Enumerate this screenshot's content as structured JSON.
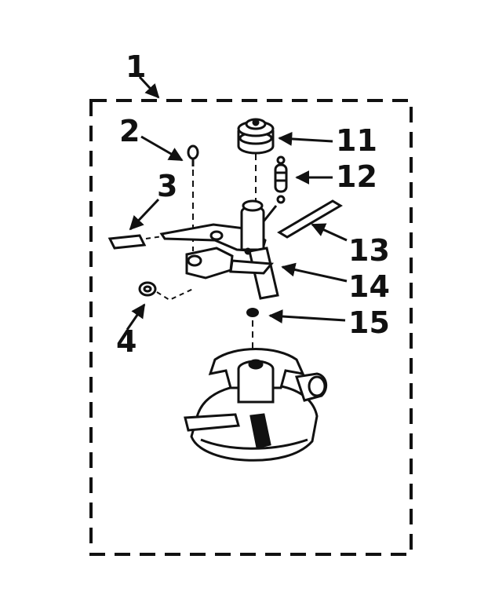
{
  "diagram": {
    "callouts": [
      {
        "id": "c1",
        "label": "1"
      },
      {
        "id": "c2",
        "label": "2"
      },
      {
        "id": "c3",
        "label": "3"
      },
      {
        "id": "c4",
        "label": "4"
      },
      {
        "id": "c11",
        "label": "11"
      },
      {
        "id": "c12",
        "label": "12"
      },
      {
        "id": "c13",
        "label": "13"
      },
      {
        "id": "c14",
        "label": "14"
      },
      {
        "id": "c15",
        "label": "15"
      }
    ],
    "ink_color": "#111111",
    "paper_color": "#ffffff"
  }
}
